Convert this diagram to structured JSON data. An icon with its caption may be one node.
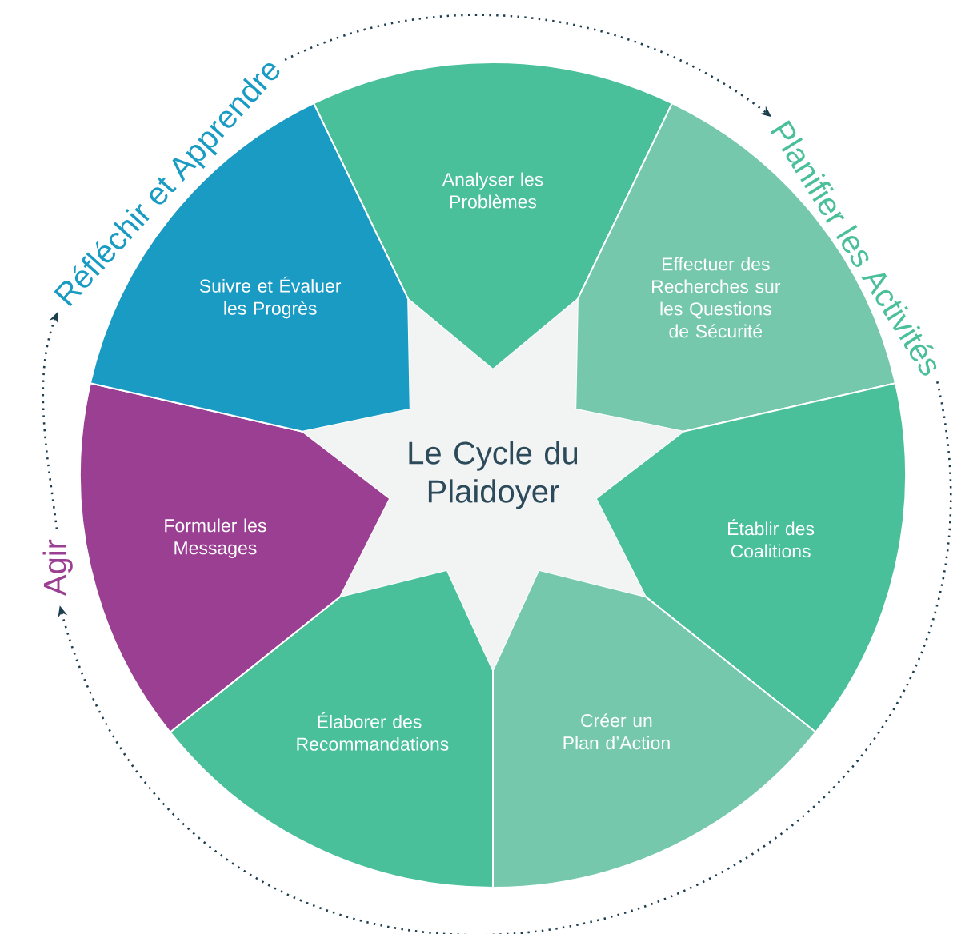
{
  "diagram": {
    "nodes": [
      {
        "text": [
          "Réfléchir et Apprendre"
        ]
      },
      {
        "text": [
          "Planifier les Activités"
        ]
      },
      {
        "text": [
          "Agir"
        ]
      },
      {
        "text": [
          "Analyser les Problèmes"
        ]
      },
      {
        "text": [
          "Effectuer des Recherches sur les Questions de Sécurité"
        ]
      },
      {
        "text": [
          "Établir des Coalitions"
        ]
      },
      {
        "text": [
          "Créer un Plan d’Action"
        ]
      },
      {
        "text": [
          "Élaborer des Recommandations"
        ]
      },
      {
        "text": [
          "Formuler les Messages"
        ]
      },
      {
        "text": [
          "Suivre et Évaluer les Progrès"
        ]
      },
      {
        "text": [
          "Le Cycle du Plaidoyer"
        ]
      }
    ],
    "edges": [
      {
        "from": 0,
        "to": 1,
        "arrow": "to",
        "style": "dashed"
      },
      {
        "from": 1,
        "to": 2,
        "arrow": "to",
        "style": "dashed"
      },
      {
        "from": 2,
        "to": 0,
        "arrow": "to",
        "style": "dashed"
      }
    ]
  }
}
